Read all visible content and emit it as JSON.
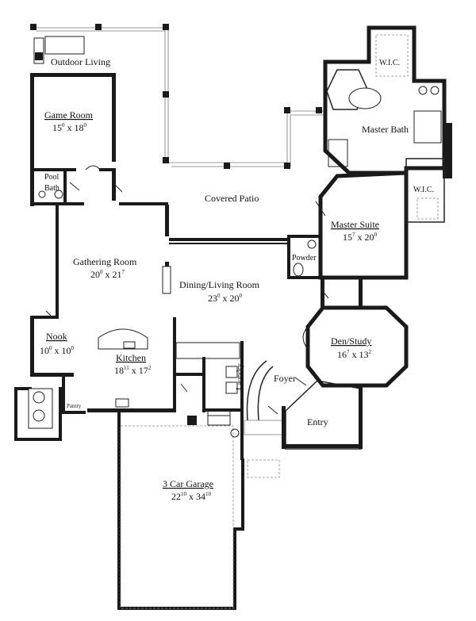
{
  "rooms": {
    "outdoor_living": {
      "name": "Outdoor Living"
    },
    "game_room": {
      "name": "Game Room",
      "w": "15",
      "w_sup": "0",
      "d": "18",
      "d_sup": "0"
    },
    "pool_bath": {
      "line1": "Pool",
      "line2": "Bath"
    },
    "covered_patio": {
      "name": "Covered Patio"
    },
    "gathering_room": {
      "name": "Gathering Room",
      "w": "20",
      "w_sup": "0",
      "d": "21",
      "d_sup": "7"
    },
    "dining_living": {
      "name": "Dining/Living Room",
      "w": "23",
      "w_sup": "0",
      "d": "20",
      "d_sup": "0"
    },
    "nook": {
      "name": "Nook",
      "w": "10",
      "w_sup": "0",
      "d": "10",
      "d_sup": "0"
    },
    "kitchen": {
      "name": "Kitchen",
      "w": "18",
      "w_sup": "11",
      "d": "17",
      "d_sup": "2"
    },
    "pantry": {
      "name": "Pantry"
    },
    "laundry": {
      "name": "Laundry"
    },
    "foyer": {
      "name": "Foyer"
    },
    "entry": {
      "name": "Entry"
    },
    "garage": {
      "name": "3 Car Garage",
      "w": "22",
      "w_sup": "10",
      "d": "34",
      "d_sup": "10"
    },
    "master_bath": {
      "name": "Master Bath"
    },
    "wic_top": {
      "name": "W.I.C."
    },
    "wic_right": {
      "name": "W.I.C."
    },
    "master_suite": {
      "name": "Master Suite",
      "w": "15",
      "w_sup": "7",
      "d": "20",
      "d_sup": "0"
    },
    "powder": {
      "name": "Powder"
    },
    "den_study": {
      "name": "Den/Study",
      "w": "16",
      "w_sup": "7",
      "d": "13",
      "d_sup": "2"
    }
  },
  "colors": {
    "wall": "#1a1a1a",
    "background": "#ffffff"
  }
}
